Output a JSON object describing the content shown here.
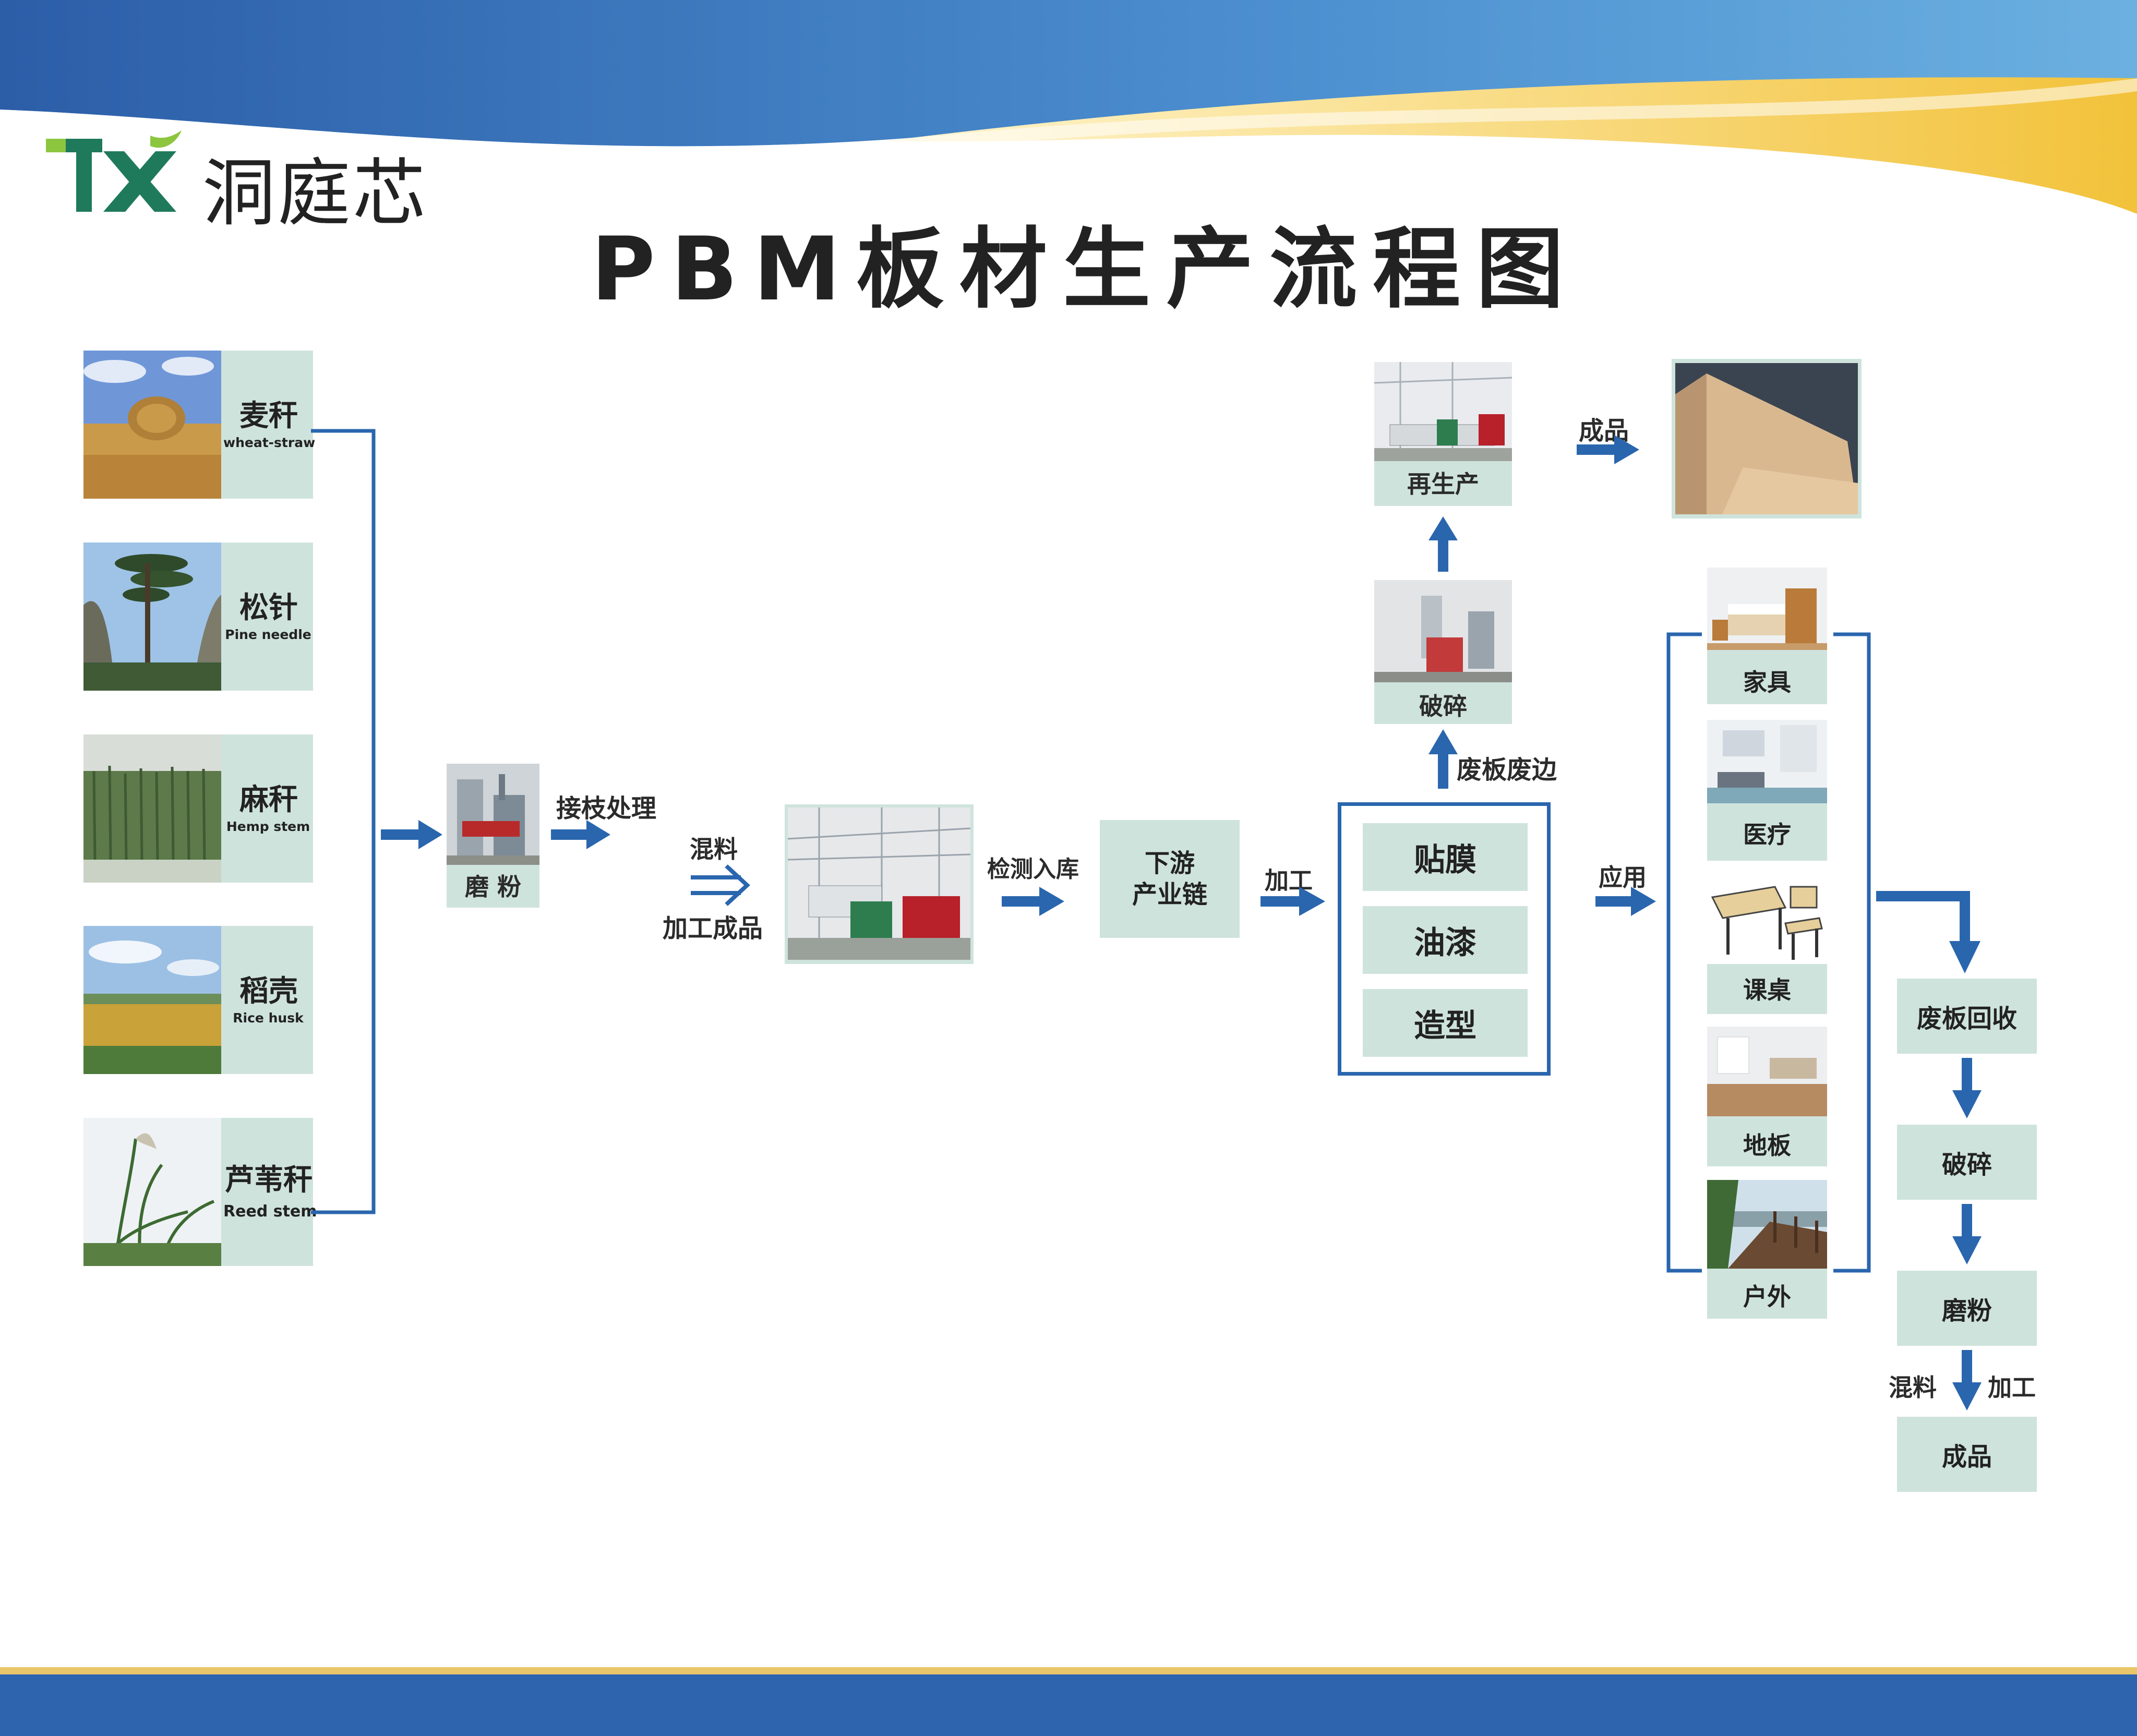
{
  "brand": {
    "logo_mark": "TX",
    "name": "洞庭芯"
  },
  "title": "PBM板材生产流程图",
  "raw_materials": [
    {
      "cn": "麦秆",
      "en": "wheat-straw"
    },
    {
      "cn": "松针",
      "en": "Pine needle"
    },
    {
      "cn": "麻秆",
      "en": "Hemp stem"
    },
    {
      "cn": "稻壳",
      "en": "Rice husk"
    },
    {
      "cn": "芦苇秆",
      "en": "Reed stem"
    }
  ],
  "grinding": {
    "label": "磨 粉"
  },
  "graft": {
    "label": "接枝处理"
  },
  "mix": {
    "label": "混料"
  },
  "processed": {
    "label": "加工成品"
  },
  "inspect": {
    "label": "检测入库"
  },
  "downstream": {
    "line1": "下游",
    "line2": "产业链"
  },
  "process_arrow": {
    "label": "加工"
  },
  "finishing": {
    "items": [
      "贴膜",
      "油漆",
      "造型"
    ]
  },
  "scrap": {
    "label": "废板废边"
  },
  "crush_top": {
    "label": "破碎"
  },
  "reproduce": {
    "label": "再生产"
  },
  "finished_top": {
    "label": "成品"
  },
  "apply": {
    "label": "应用"
  },
  "applications": [
    {
      "label": "家具"
    },
    {
      "label": "医疗"
    },
    {
      "label": "课桌"
    },
    {
      "label": "地板"
    },
    {
      "label": "户外"
    }
  ],
  "recycling": {
    "steps": [
      "废板回收",
      "破碎",
      "磨粉",
      "成品"
    ],
    "mix_label": "混料",
    "process_label": "加工"
  },
  "colors": {
    "arrow": "#2a66ae",
    "panel": "#cfe3dd",
    "frame": "#2a66ae",
    "logo_green": "#1f7a5c",
    "band_blue": "#3f86c7",
    "band_gold": "#f2c94c"
  }
}
